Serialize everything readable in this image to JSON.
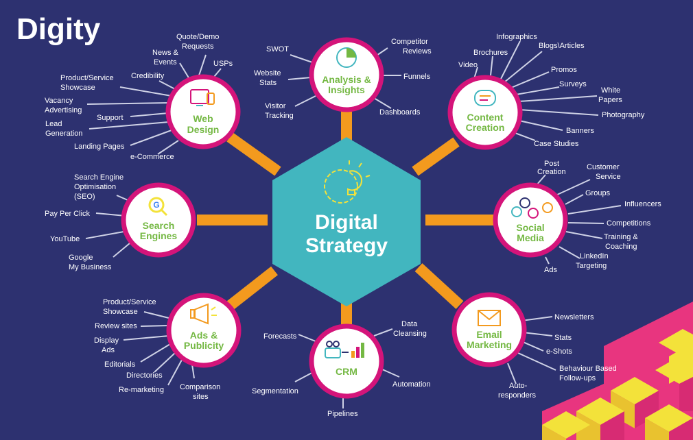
{
  "logo": "Digity",
  "center": {
    "line1": "Digital",
    "line2": "Strategy"
  },
  "colors": {
    "background": "#2d3170",
    "hex": "#42b6bf",
    "connector": "#f39a1e",
    "ring": "#d4147a",
    "title": "#74b843",
    "lines": "#cfd2e6"
  },
  "nodes": {
    "analysis": {
      "title": [
        "Analysis &",
        "Insights"
      ],
      "icon": "pie-chart-icon",
      "labels": [
        "SWOT",
        "Website",
        "Stats",
        "Visitor",
        "Tracking",
        "Competitor",
        "Reviews",
        "Funnels",
        "Dashboards"
      ]
    },
    "content": {
      "title": [
        "Content",
        "Creation"
      ],
      "icon": "chat-bubble-icon",
      "labels": [
        "Infographics",
        "Brochures",
        "Blogs\\Articles",
        "Video",
        "Promos",
        "Surveys",
        "White",
        "Papers",
        "Photography",
        "Banners",
        "Case Studies"
      ]
    },
    "web": {
      "title": [
        "Web",
        "Design"
      ],
      "icon": "devices-icon",
      "labels": [
        "Quote/Demo",
        "Requests",
        "News &",
        "Events",
        "USPs",
        "Credibility",
        "Product/Service",
        "Showcase",
        "Vacancy",
        "Advertising",
        "Support",
        "Lead",
        "Generation",
        "Landing Pages",
        "e-Commerce"
      ]
    },
    "search": {
      "title": [
        "Search",
        "Engines"
      ],
      "icon": "google-search-icon",
      "labels": [
        "Search Engine",
        "Optimisation",
        "(SEO)",
        "Pay Per Click",
        "YouTube",
        "Google",
        "My Business"
      ]
    },
    "social": {
      "title": [
        "Social",
        "Media"
      ],
      "icon": "social-icons",
      "labels": [
        "Post",
        "Creation",
        "Customer",
        "Service",
        "Groups",
        "Influencers",
        "Competitions",
        "Training &",
        "Coaching",
        "LinkedIn",
        "Targeting",
        "Ads"
      ]
    },
    "ads": {
      "title": [
        "Ads &",
        "Publicity"
      ],
      "icon": "megaphone-icon",
      "labels": [
        "Product/Service",
        "Showcase",
        "Review sites",
        "Display",
        "Ads",
        "Editorials",
        "Directories",
        "Re-marketing",
        "Comparison",
        "sites"
      ]
    },
    "crm": {
      "title": [
        "CRM"
      ],
      "icon": "people-chart-icon",
      "labels": [
        "Forecasts",
        "Data",
        "Cleansing",
        "Segmentation",
        "Automation",
        "Pipelines"
      ]
    },
    "email": {
      "title": [
        "Email",
        "Marketing"
      ],
      "icon": "envelope-icon",
      "labels": [
        "Newsletters",
        "Stats",
        "e-Shots",
        "Behaviour Based",
        "Follow-ups",
        "Auto-",
        "responders"
      ]
    }
  }
}
